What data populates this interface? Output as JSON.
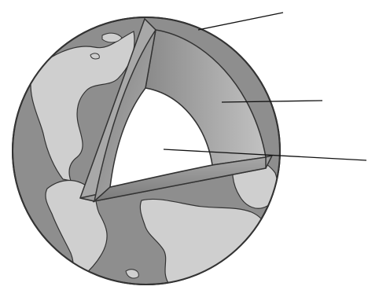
{
  "diagram": {
    "subject": "earth-interior-cutaway",
    "layers": [
      "crust",
      "mantle",
      "core"
    ],
    "labels": {
      "crust": "",
      "mantle": "",
      "core": ""
    },
    "colors": {
      "ocean": "#8e8e8e",
      "land": "#cfcfcf",
      "crust": "#6f6f6f",
      "mantle": "#9a9a9a",
      "core": "#ffffff",
      "outline": "#333333"
    }
  }
}
